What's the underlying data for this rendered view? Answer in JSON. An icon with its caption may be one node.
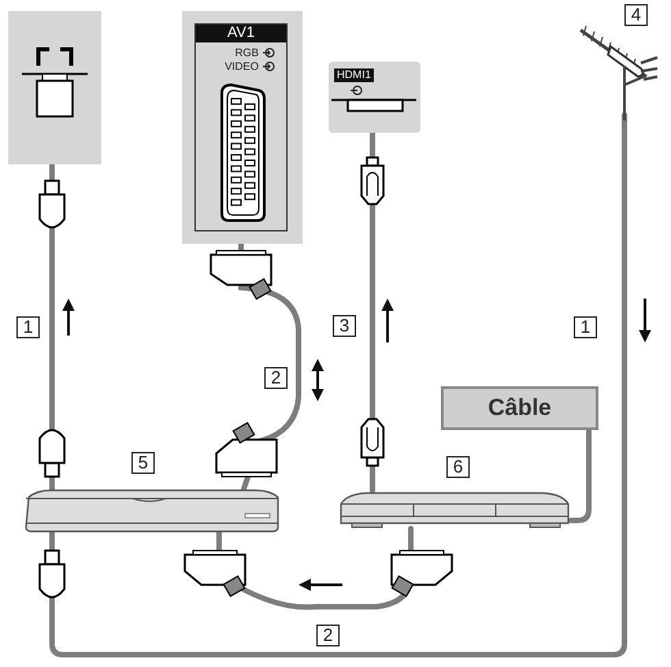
{
  "diagram": {
    "nodes": [
      {
        "text": [],
        "shape": "box"
      },
      {
        "text": [
          "AV1",
          "RGB",
          "VIDEO"
        ]
      },
      {
        "text": [
          "HDMI1"
        ]
      },
      {
        "text": [],
        "shape": "picture",
        "beside": [
          "4"
        ]
      },
      {
        "text": [
          "Câble"
        ]
      },
      {
        "text": [],
        "shape": "picture",
        "beside": [
          "5"
        ]
      },
      {
        "text": [],
        "shape": "picture",
        "beside": [
          "6"
        ]
      }
    ],
    "edges": [
      {
        "from": 3,
        "to": 5,
        "arrow": "none",
        "label": "1"
      },
      {
        "from": 0,
        "to": 5,
        "arrow": "none",
        "label": "1"
      },
      {
        "from": 1,
        "to": 5,
        "arrow": "none",
        "label": "2"
      },
      {
        "from": 5,
        "to": 6,
        "arrow": "none",
        "label": "2"
      },
      {
        "from": 2,
        "to": 6,
        "arrow": "none",
        "label": "3"
      },
      {
        "from": 4,
        "to": 6,
        "arrow": "none"
      }
    ]
  }
}
